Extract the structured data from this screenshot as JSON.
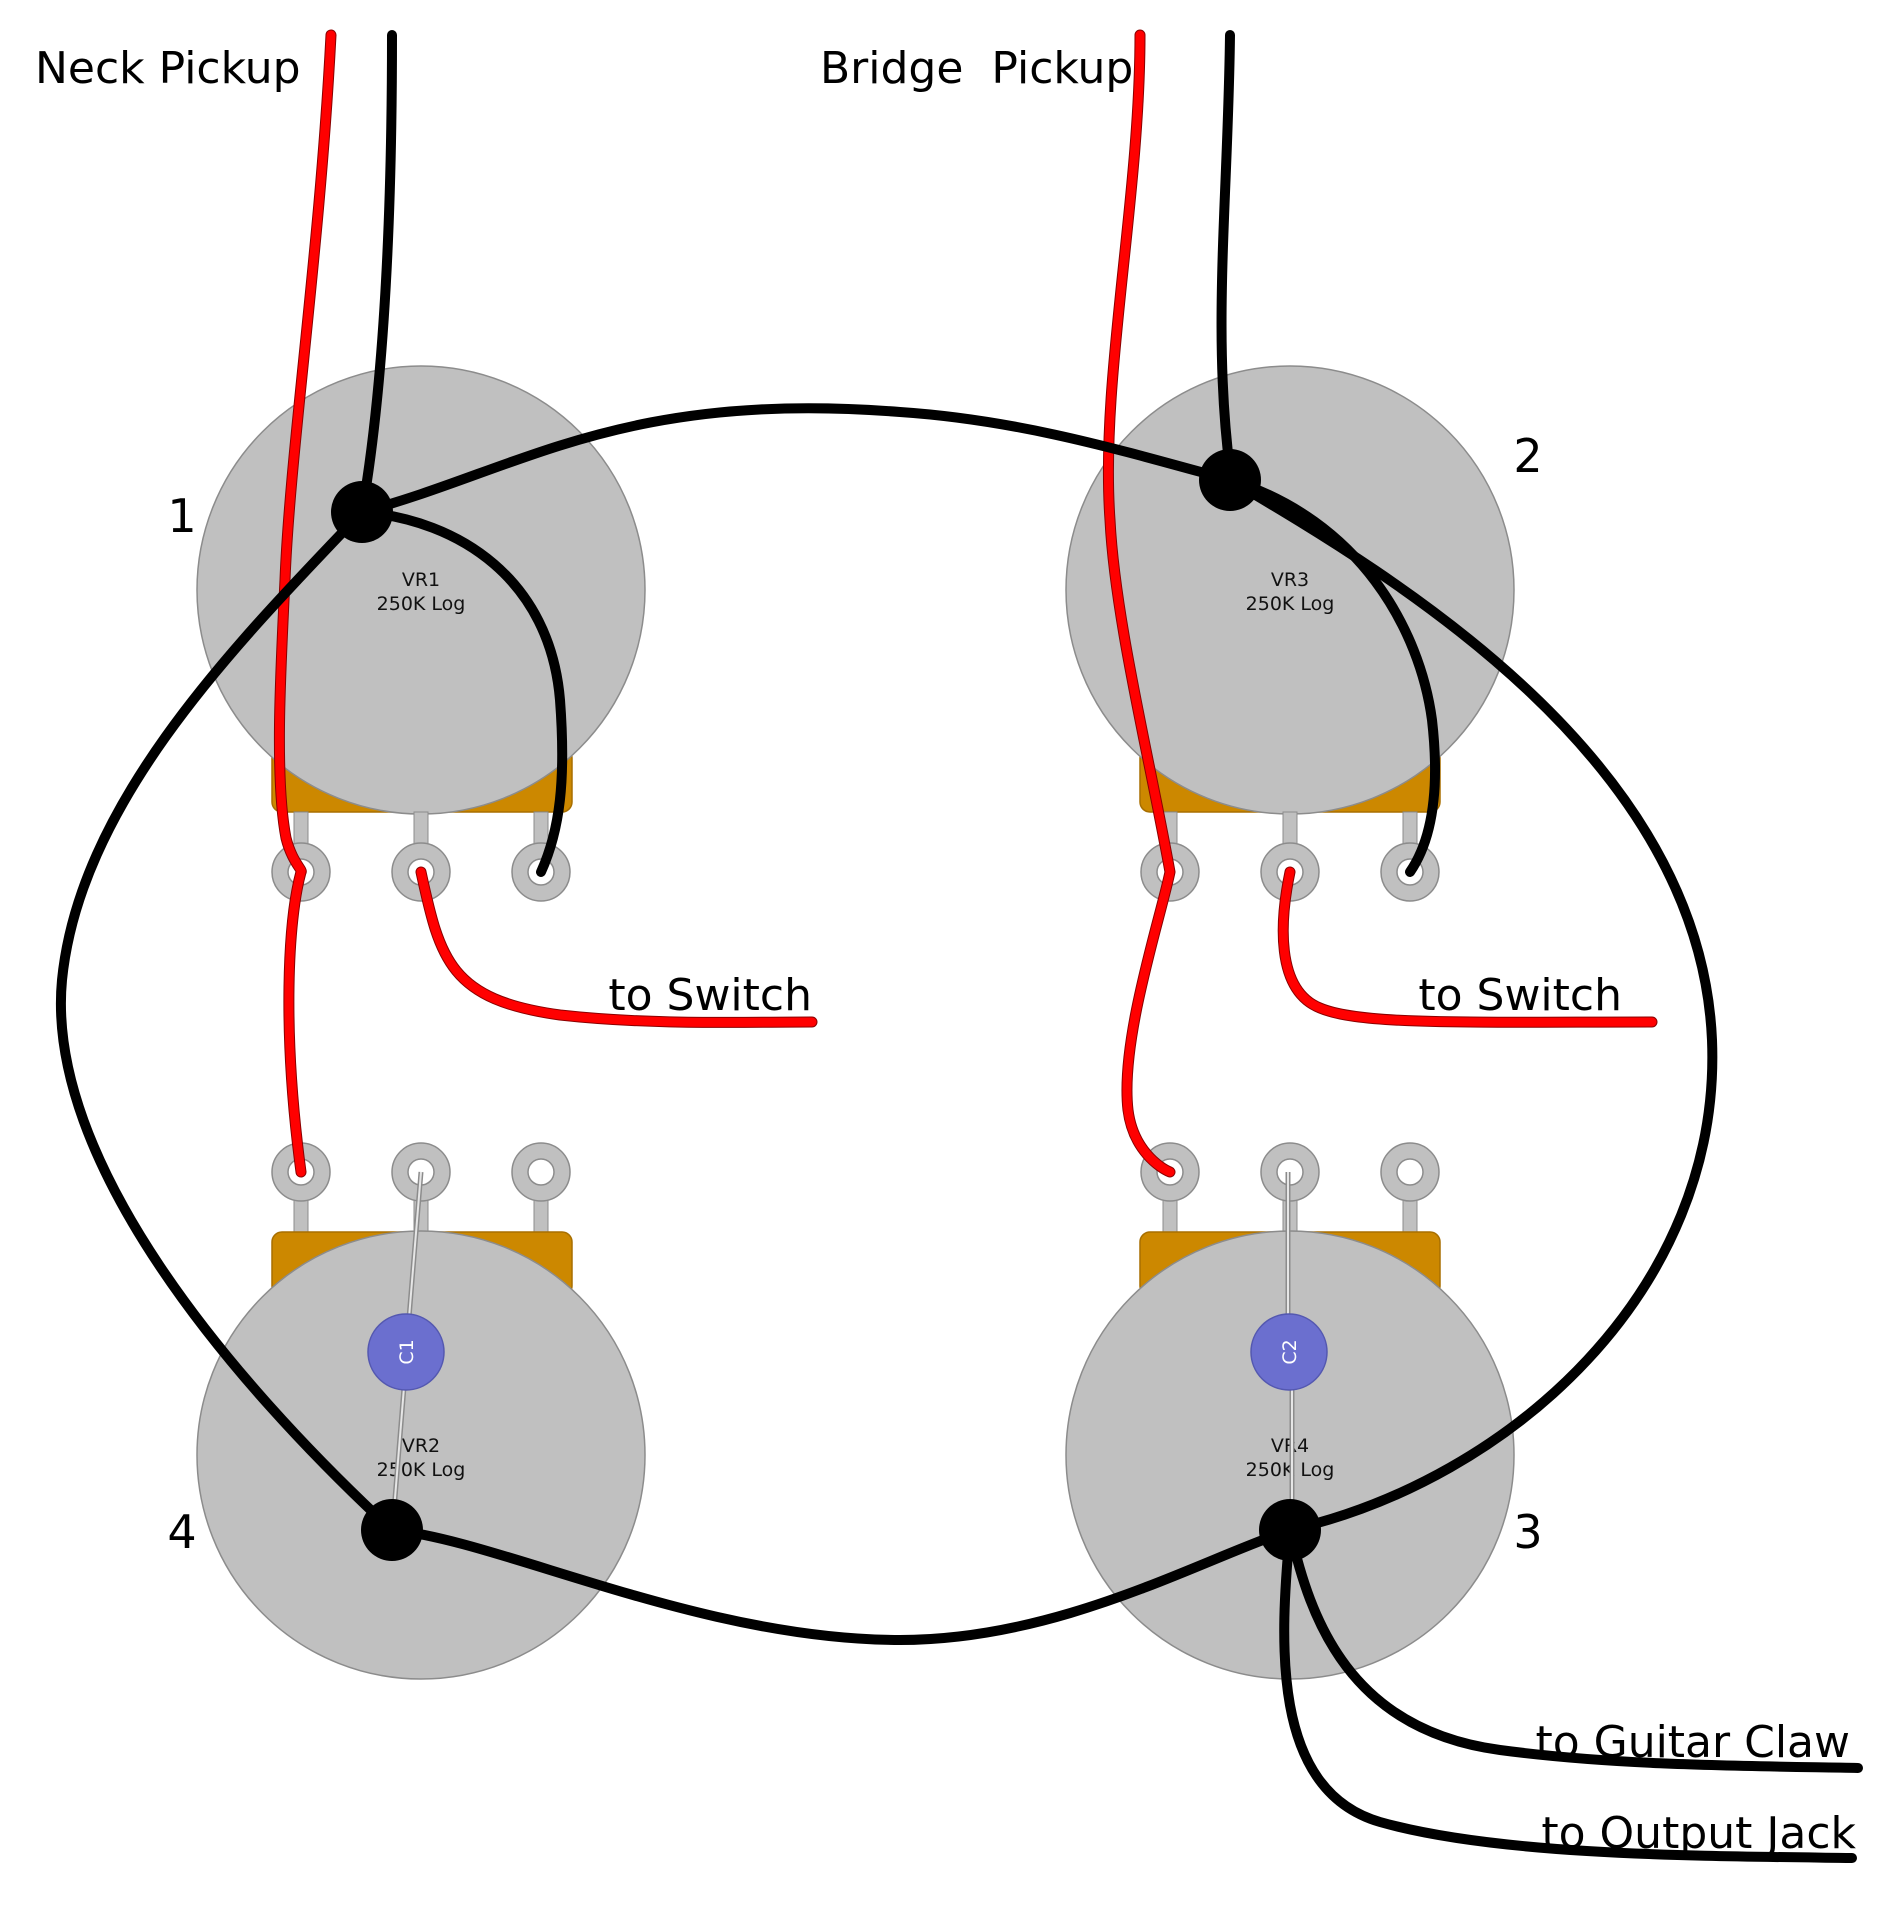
{
  "labels": {
    "neck_pickup": "Neck Pickup",
    "bridge_pickup": "Bridge  Pickup",
    "to_switch_left": "to Switch",
    "to_switch_right": "to Switch",
    "to_guitar_claw": "to Guitar Claw",
    "to_output_jack": "to Output Jack"
  },
  "pots": [
    {
      "id": "VR1",
      "value": "250K Log",
      "number": "1"
    },
    {
      "id": "VR3",
      "value": "250K Log",
      "number": "2"
    },
    {
      "id": "VR2",
      "value": "250K Log",
      "number": "4"
    },
    {
      "id": "VR4",
      "value": "250K Log",
      "number": "3"
    }
  ],
  "capacitors": [
    {
      "id": "C1"
    },
    {
      "id": "C2"
    }
  ],
  "colors": {
    "pot_body": "#c0c0c0",
    "pot_outline": "#8c8c8c",
    "pot_bracket": "#cc8800",
    "capacitor": "#6b6fcf",
    "hot_wire": "#ff0000",
    "ground_wire": "#000000"
  }
}
